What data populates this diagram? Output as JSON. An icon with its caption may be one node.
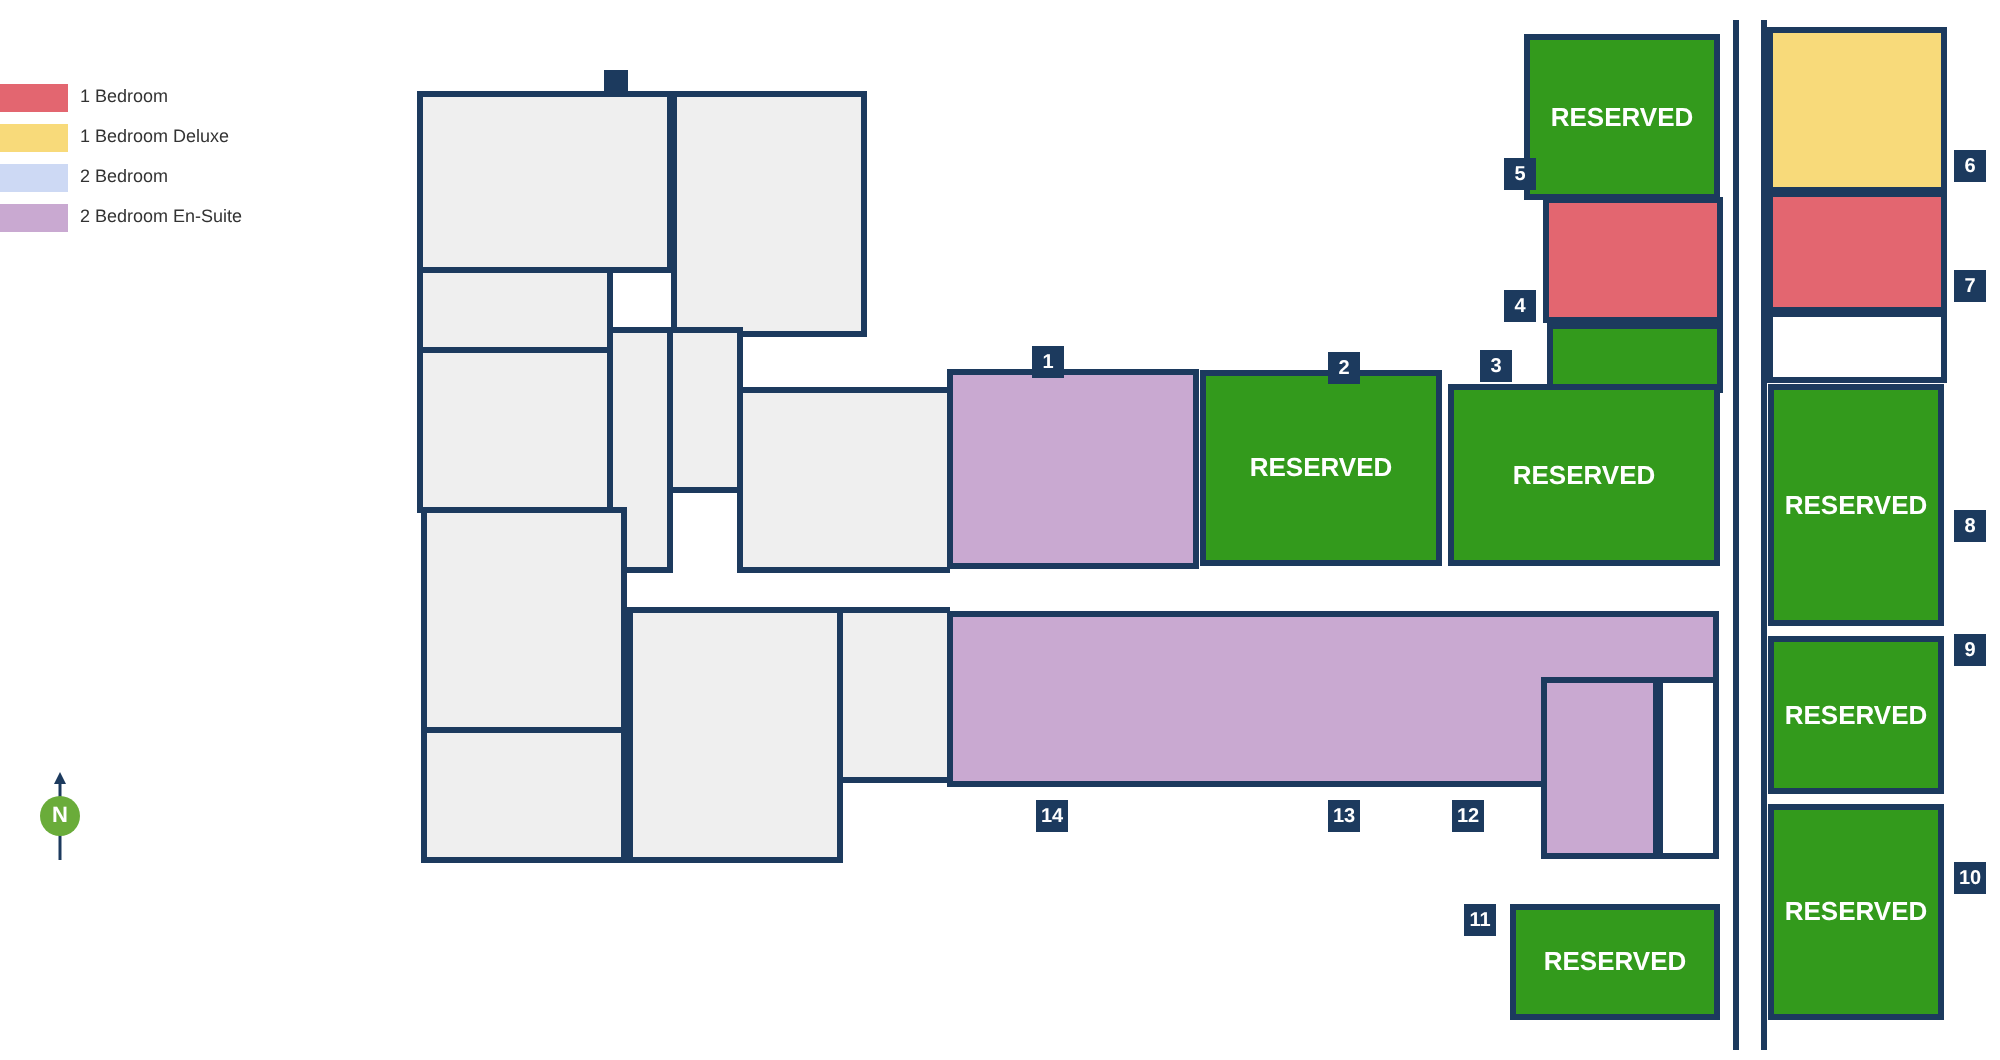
{
  "diagram": {
    "nodes": [
      {
        "text": [
          "RESERVED"
        ]
      },
      {
        "text": [
          "5"
        ]
      },
      {
        "text": [
          "6"
        ]
      },
      {
        "text": [
          "4"
        ]
      },
      {
        "text": [
          "7"
        ]
      },
      {
        "text": [
          "1"
        ]
      },
      {
        "text": [
          "2"
        ]
      },
      {
        "text": [
          "3"
        ]
      },
      {
        "text": [
          "RESERVED"
        ]
      },
      {
        "text": [
          "RESERVED"
        ]
      },
      {
        "text": [
          "RESERVED"
        ]
      },
      {
        "text": [
          "8"
        ]
      },
      {
        "text": [
          "9"
        ]
      },
      {
        "text": [
          "RESERVED"
        ]
      },
      {
        "text": [
          "14"
        ]
      },
      {
        "text": [
          "13"
        ]
      },
      {
        "text": [
          "12"
        ]
      },
      {
        "text": [
          "N"
        ]
      },
      {
        "text": [
          "10"
        ]
      },
      {
        "text": [
          "11"
        ]
      },
      {
        "text": [
          "RESERVED"
        ]
      },
      {
        "text": [
          "RESERVED"
        ]
      }
    ],
    "edges": [],
    "legend": [
      {
        "text": "1 Bedroom",
        "color": "#e36670"
      },
      {
        "text": "1 Bedroom Deluxe",
        "color": "#f8da7a"
      },
      {
        "text": "2 Bedroom",
        "color": "#cdd9f4"
      },
      {
        "text": "2 Bedroom En-Suite",
        "color": "#c9a9d1"
      }
    ]
  }
}
